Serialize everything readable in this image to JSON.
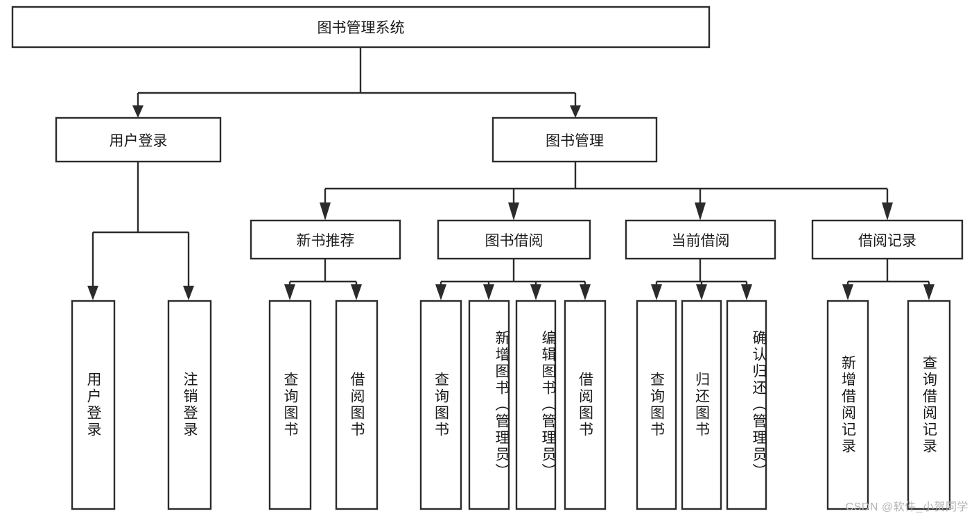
{
  "diagram": {
    "type": "tree-hierarchy",
    "title": "图书管理系统",
    "orientation": "top-down",
    "colors": {
      "stroke": "#2b2b2b",
      "box_fill": "#ffffff",
      "text": "#1a1a1a",
      "background": "#ffffff",
      "watermark": "#b4b4b4"
    },
    "root": {
      "label": "图书管理系统"
    },
    "level1": [
      {
        "label": "用户登录"
      },
      {
        "label": "图书管理"
      }
    ],
    "level2": [
      {
        "label": "新书推荐"
      },
      {
        "label": "图书借阅"
      },
      {
        "label": "当前借阅"
      },
      {
        "label": "借阅记录"
      }
    ],
    "leaves": {
      "user_login": [
        {
          "label": "用户登录"
        },
        {
          "label": "注销登录"
        }
      ],
      "new_book_recommend": [
        {
          "label": "查询图书"
        },
        {
          "label": "借阅图书"
        }
      ],
      "book_borrow": [
        {
          "label": "查询图书"
        },
        {
          "label": "新增图书（管理员）"
        },
        {
          "label": "编辑图书（管理员）"
        },
        {
          "label": "借阅图书"
        }
      ],
      "current_borrow": [
        {
          "label": "查询图书"
        },
        {
          "label": "归还图书"
        },
        {
          "label": "确认归还（管理员）"
        }
      ],
      "borrow_record": [
        {
          "label": "新增借阅记录"
        },
        {
          "label": "查询借阅记录"
        }
      ]
    }
  },
  "watermark": {
    "text": "CSDN @软件_小贺同学"
  }
}
